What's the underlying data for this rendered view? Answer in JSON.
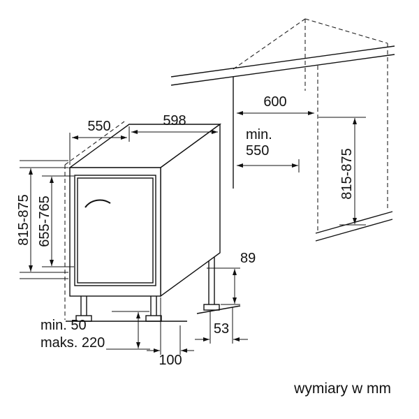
{
  "diagram": {
    "footer_note": "wymiary w mm",
    "dims": {
      "depth_top": "550",
      "width_top": "598",
      "niche_width": "600",
      "niche_depth_min_label": "min.",
      "niche_depth_min_value": "550",
      "appliance_height": "815-875",
      "door_panel_height": "655-765",
      "niche_height": "815-875",
      "rear_foot_height": "89",
      "rear_foot_offset": "53",
      "plinth_min": "min. 50",
      "plinth_max": "maks. 220",
      "plinth_recess": "100"
    }
  }
}
